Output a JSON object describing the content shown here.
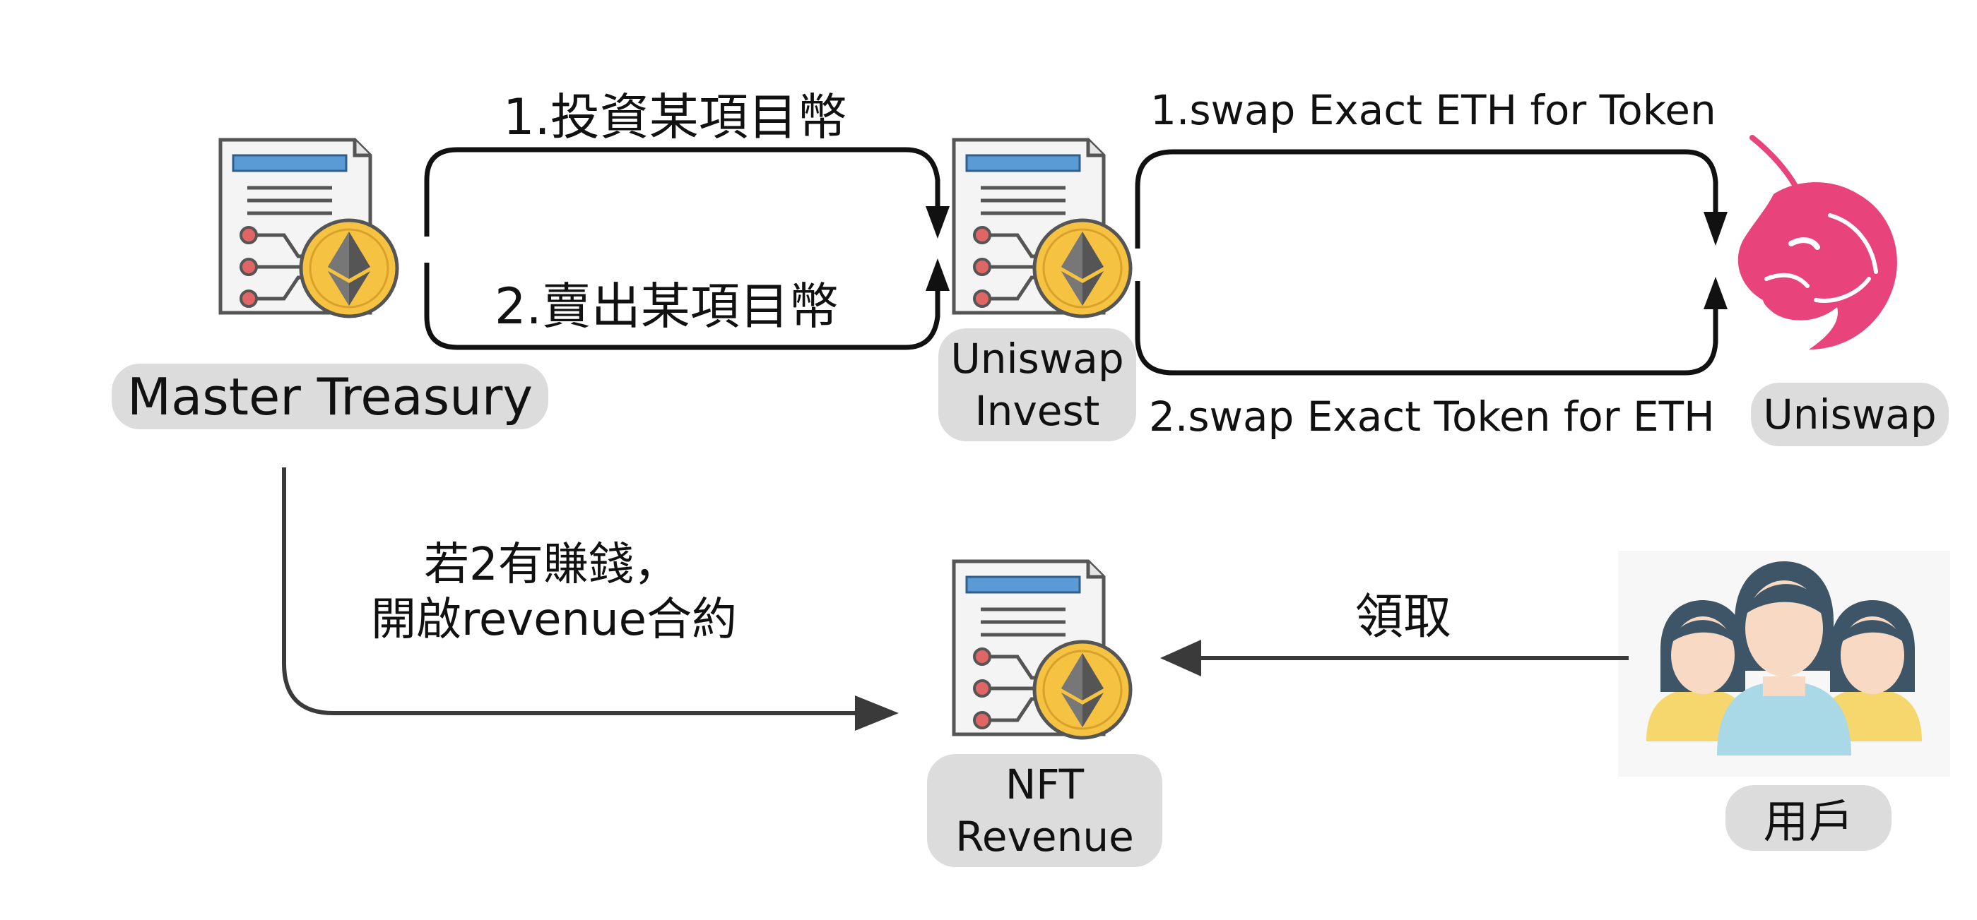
{
  "nodes": {
    "master_treasury": {
      "label": "Master Treasury"
    },
    "uniswap_invest": {
      "label_line1": "Uniswap",
      "label_line2": "Invest"
    },
    "uniswap": {
      "label": "Uniswap"
    },
    "nft_revenue": {
      "label_line1": "NFT",
      "label_line2": "Revenue"
    },
    "users": {
      "label": "用戶"
    }
  },
  "edges": {
    "invest": "1.投資某項目幣",
    "sell": "2.賣出某項目幣",
    "swap_eth_for_token": "1.swap Exact ETH for Token",
    "swap_token_for_eth": "2.swap Exact Token for ETH",
    "profit_line1": "若2有賺錢，",
    "profit_line2": "開啟revenue合約",
    "claim": "領取"
  },
  "colors": {
    "pill": "#dcdcdc",
    "arrow": "#111111",
    "arrow_grey": "#3a3a3a",
    "doc_header": "#5b9bd5",
    "eth_coin": "#f5c242",
    "node_dot": "#e06666",
    "uniswap_pink": "#e8437a"
  },
  "icons": {
    "contract": "smart-contract-document-icon",
    "uniswap": "uniswap-unicorn-icon",
    "users": "users-group-icon"
  }
}
